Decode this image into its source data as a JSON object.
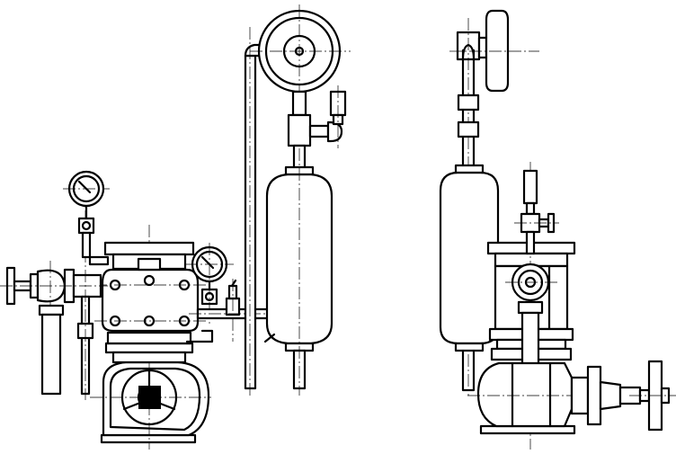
{
  "drawing": {
    "front_view": {
      "parts": [
        "alarm-check-valve",
        "retarding-chamber",
        "water-motor-gong",
        "pressure-gauge",
        "pressure-gauge",
        "drain-valve",
        "drain-pipe",
        "pressure-switch",
        "test-valve",
        "supply-pipe"
      ]
    },
    "side_view": {
      "parts": [
        "water-motor-gong",
        "retarding-chamber",
        "pressure-gauge",
        "test-valve",
        "angle-valve",
        "handwheel",
        "supply-pipe"
      ]
    },
    "colors": {
      "line": "#000000",
      "background": "#ffffff"
    }
  }
}
